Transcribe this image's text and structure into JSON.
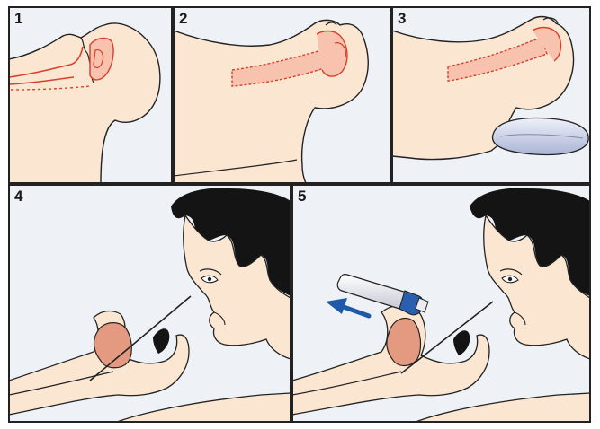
{
  "panels": [
    {
      "label": "1"
    },
    {
      "label": "2"
    },
    {
      "label": "3"
    },
    {
      "label": "4"
    },
    {
      "label": "5"
    }
  ],
  "colors": {
    "frame": "#222222",
    "background": "#eef1f6",
    "skin": "#fbe6d2",
    "skin_shade": "#f5d2b6",
    "airway": "#d8402a",
    "airway_fill": "#f7c2ae",
    "hair": "#141414",
    "pillow": "#c8d0e8",
    "arrow": "#1f5aa8",
    "inhaler_cap": "#2a5fb0",
    "inhaler_body": "#e4e6ec"
  },
  "icons": [
    "pillow-icon",
    "inhaler-icon",
    "arrow-left-icon"
  ]
}
